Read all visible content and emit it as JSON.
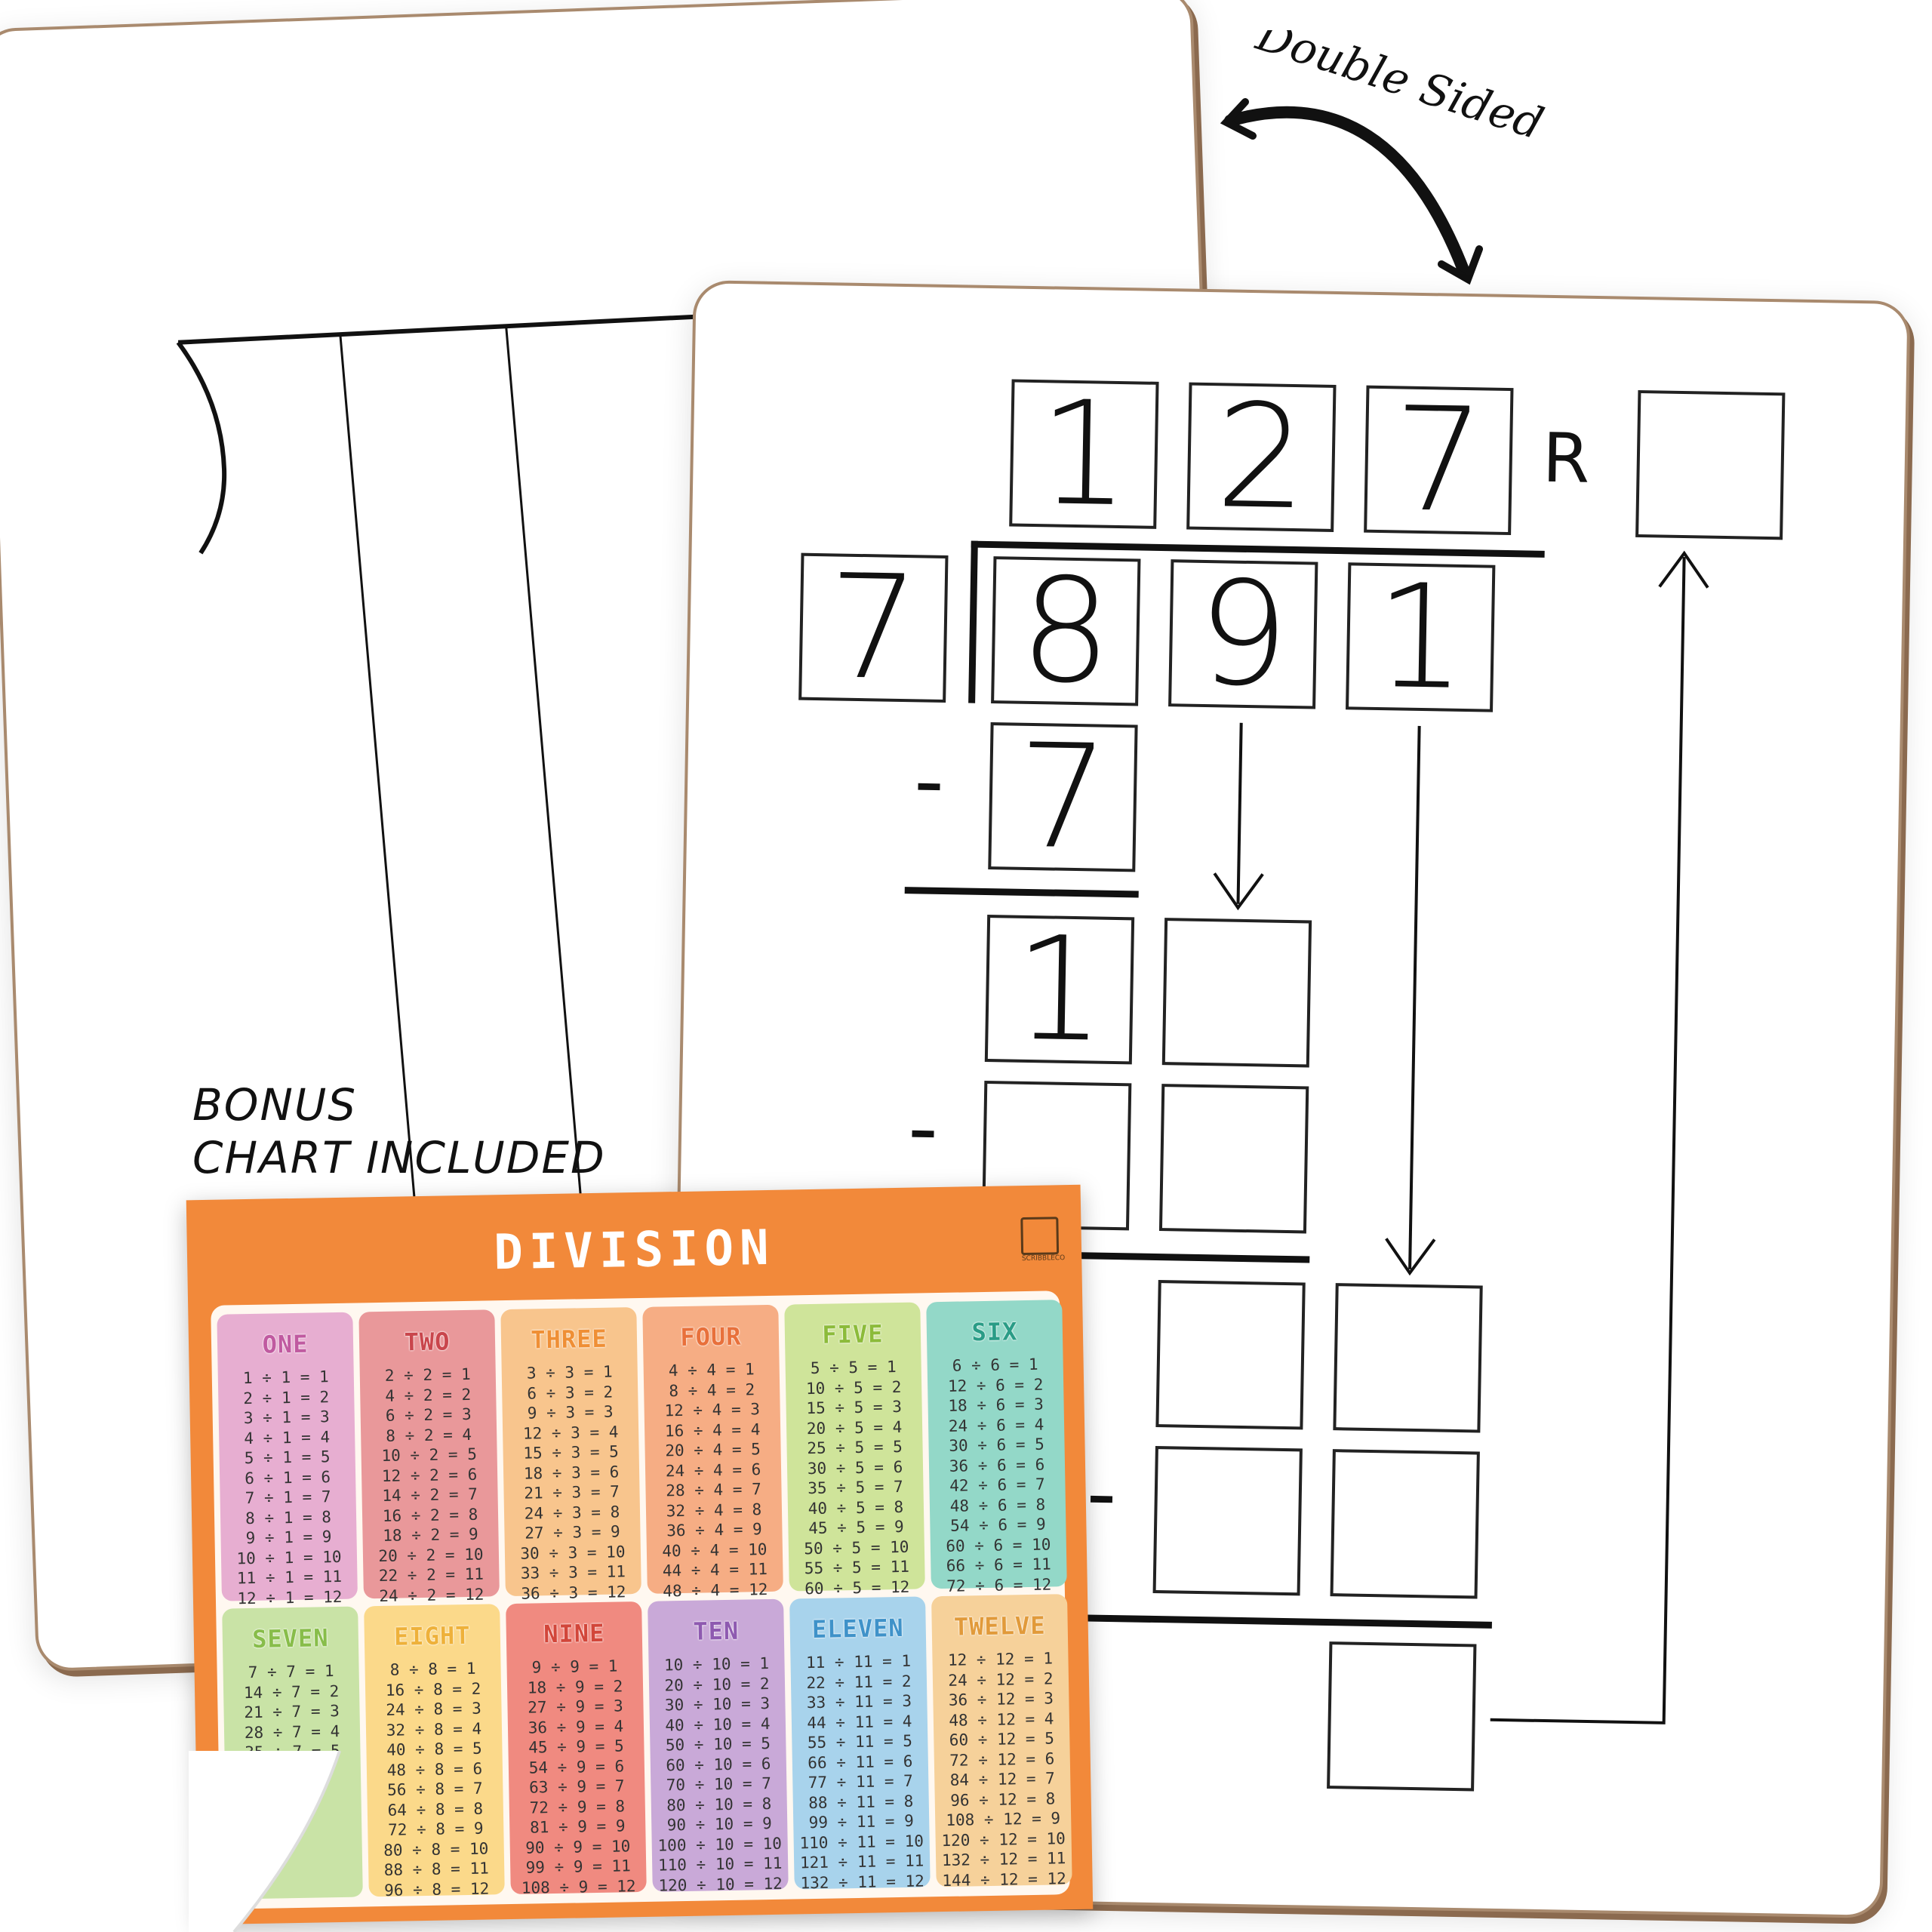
{
  "front": {
    "quotient": [
      "1",
      "2",
      "7"
    ],
    "remainder_label": "R",
    "remainder_value": "",
    "divisor": "7",
    "dividend": [
      "8",
      "9",
      "1"
    ],
    "minus_sign": "-",
    "first_subtract": "7",
    "first_difference": "1"
  },
  "double_sided": "Double Sided",
  "bonus": {
    "line1": "BONUS",
    "line2": "CHART INCLUDED"
  },
  "chart": {
    "title": "DIVISION",
    "logo_text": "SCRIBBLECO",
    "columns": [
      {
        "title": "ONE",
        "color": "#e7aed1",
        "title_color": "#c05aa0",
        "rows": [
          "1 ÷ 1 = 1",
          "2 ÷ 1 = 2",
          "3 ÷ 1 = 3",
          "4 ÷ 1 = 4",
          "5 ÷ 1 = 5",
          "6 ÷ 1 = 6",
          "7 ÷ 1 = 7",
          "8 ÷ 1 = 8",
          "9 ÷ 1 = 9",
          "10 ÷ 1 = 10",
          "11 ÷ 1 = 11",
          "12 ÷ 1 = 12"
        ]
      },
      {
        "title": "TWO",
        "color": "#e9989a",
        "title_color": "#c9464c",
        "rows": [
          "2 ÷ 2 = 1",
          "4 ÷ 2 = 2",
          "6 ÷ 2 = 3",
          "8 ÷ 2 = 4",
          "10 ÷ 2 = 5",
          "12 ÷ 2 = 6",
          "14 ÷ 2 = 7",
          "16 ÷ 2 = 8",
          "18 ÷ 2 = 9",
          "20 ÷ 2 = 10",
          "22 ÷ 2 = 11",
          "24 ÷ 2 = 12"
        ]
      },
      {
        "title": "THREE",
        "color": "#f8c58d",
        "title_color": "#ef8f35",
        "rows": [
          "3 ÷ 3 = 1",
          "6 ÷ 3 = 2",
          "9 ÷ 3 = 3",
          "12 ÷ 3 = 4",
          "15 ÷ 3 = 5",
          "18 ÷ 3 = 6",
          "21 ÷ 3 = 7",
          "24 ÷ 3 = 8",
          "27 ÷ 3 = 9",
          "30 ÷ 3 = 10",
          "33 ÷ 3 = 11",
          "36 ÷ 3 = 12"
        ]
      },
      {
        "title": "FOUR",
        "color": "#f6ad84",
        "title_color": "#e8703b",
        "rows": [
          "4 ÷ 4 = 1",
          "8 ÷ 4 = 2",
          "12 ÷ 4 = 3",
          "16 ÷ 4 = 4",
          "20 ÷ 4 = 5",
          "24 ÷ 4 = 6",
          "28 ÷ 4 = 7",
          "32 ÷ 4 = 8",
          "36 ÷ 4 = 9",
          "40 ÷ 4 = 10",
          "44 ÷ 4 = 11",
          "48 ÷ 4 = 12"
        ]
      },
      {
        "title": "FIVE",
        "color": "#cfe49a",
        "title_color": "#8cbb3a",
        "rows": [
          "5 ÷ 5 = 1",
          "10 ÷ 5 = 2",
          "15 ÷ 5 = 3",
          "20 ÷ 5 = 4",
          "25 ÷ 5 = 5",
          "30 ÷ 5 = 6",
          "35 ÷ 5 = 7",
          "40 ÷ 5 = 8",
          "45 ÷ 5 = 9",
          "50 ÷ 5 = 10",
          "55 ÷ 5 = 11",
          "60 ÷ 5 = 12"
        ]
      },
      {
        "title": "SIX",
        "color": "#93d8c8",
        "title_color": "#2a9c86",
        "rows": [
          "6 ÷ 6 = 1",
          "12 ÷ 6 = 2",
          "18 ÷ 6 = 3",
          "24 ÷ 6 = 4",
          "30 ÷ 6 = 5",
          "36 ÷ 6 = 6",
          "42 ÷ 6 = 7",
          "48 ÷ 6 = 8",
          "54 ÷ 6 = 9",
          "60 ÷ 6 = 10",
          "66 ÷ 6 = 11",
          "72 ÷ 6 = 12"
        ]
      },
      {
        "title": "SEVEN",
        "color": "#c9e3a6",
        "title_color": "#88bd4a",
        "rows": [
          "7 ÷ 7 = 1",
          "14 ÷ 7 = 2",
          "21 ÷ 7 = 3",
          "28 ÷ 7 = 4",
          "35 ÷ 7 = 5"
        ]
      },
      {
        "title": "EIGHT",
        "color": "#fbd98a",
        "title_color": "#eeb13a",
        "rows": [
          "8 ÷ 8 = 1",
          "16 ÷ 8 = 2",
          "24 ÷ 8 = 3",
          "32 ÷ 8 = 4",
          "40 ÷ 8 = 5",
          "48 ÷ 8 = 6",
          "56 ÷ 8 = 7",
          "64 ÷ 8 = 8",
          "72 ÷ 8 = 9",
          "80 ÷ 8 = 10",
          "88 ÷ 8 = 11",
          "96 ÷ 8 = 12"
        ]
      },
      {
        "title": "NINE",
        "color": "#f08a80",
        "title_color": "#d2463a",
        "rows": [
          "9 ÷ 9 = 1",
          "18 ÷ 9 = 2",
          "27 ÷ 9 = 3",
          "36 ÷ 9 = 4",
          "45 ÷ 9 = 5",
          "54 ÷ 9 = 6",
          "63 ÷ 9 = 7",
          "72 ÷ 9 = 8",
          "81 ÷ 9 = 9",
          "90 ÷ 9 = 10",
          "99 ÷ 9 = 11",
          "108 ÷ 9 = 12"
        ]
      },
      {
        "title": "TEN",
        "color": "#c9a9d8",
        "title_color": "#8e5ab0",
        "rows": [
          "10 ÷ 10 = 1",
          "20 ÷ 10 = 2",
          "30 ÷ 10 = 3",
          "40 ÷ 10 = 4",
          "50 ÷ 10 = 5",
          "60 ÷ 10 = 6",
          "70 ÷ 10 = 7",
          "80 ÷ 10 = 8",
          "90 ÷ 10 = 9",
          "100 ÷ 10 = 10",
          "110 ÷ 10 = 11",
          "120 ÷ 10 = 12"
        ]
      },
      {
        "title": "ELEVEN",
        "color": "#a8d3ec",
        "title_color": "#3f92c9",
        "rows": [
          "11 ÷ 11 = 1",
          "22 ÷ 11 = 2",
          "33 ÷ 11 = 3",
          "44 ÷ 11 = 4",
          "55 ÷ 11 = 5",
          "66 ÷ 11 = 6",
          "77 ÷ 11 = 7",
          "88 ÷ 11 = 8",
          "99 ÷ 11 = 9",
          "110 ÷ 11 = 10",
          "121 ÷ 11 = 11",
          "132 ÷ 11 = 12"
        ]
      },
      {
        "title": "TWELVE",
        "color": "#f6d19a",
        "title_color": "#e19a3a",
        "rows": [
          "12 ÷ 12 = 1",
          "24 ÷ 12 = 2",
          "36 ÷ 12 = 3",
          "48 ÷ 12 = 4",
          "60 ÷ 12 = 5",
          "72 ÷ 12 = 6",
          "84 ÷ 12 = 7",
          "96 ÷ 12 = 8",
          "108 ÷ 12 = 9",
          "120 ÷ 12 = 10",
          "132 ÷ 12 = 11",
          "144 ÷ 12 = 12"
        ]
      }
    ]
  }
}
